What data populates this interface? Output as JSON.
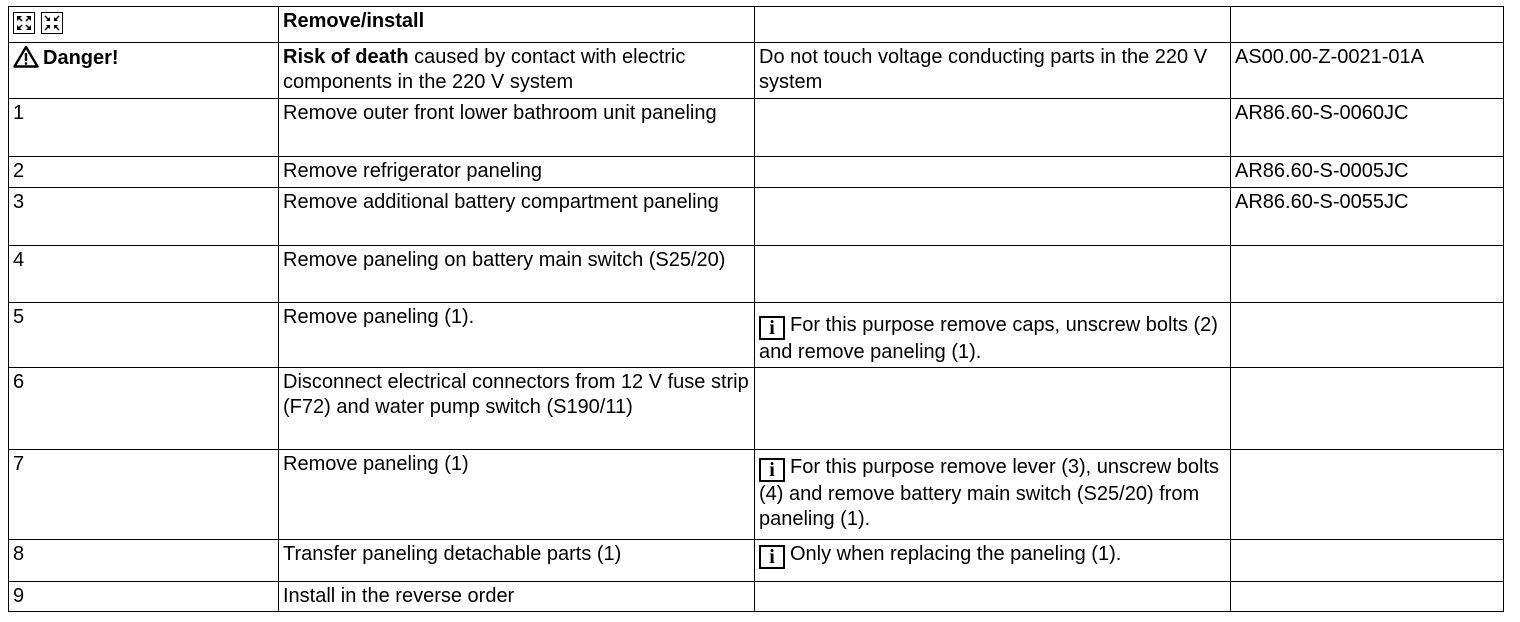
{
  "header": {
    "expand_icon": "expand-icon",
    "collapse_icon": "collapse-icon",
    "title": "Remove/install"
  },
  "danger": {
    "label": "Danger!",
    "risk_bold": "Risk of death",
    "risk_text": " caused by contact with electric components in the 220 V system",
    "remedy": "Do not touch voltage conducting parts in the 220 V system",
    "ref": "AS00.00-Z-0021-01A"
  },
  "steps": [
    {
      "num": "1",
      "action": "Remove outer front lower bathroom unit paneling",
      "note": "",
      "ref": "AR86.60-S-0060JC"
    },
    {
      "num": "2",
      "action": "Remove refrigerator paneling",
      "note": "",
      "ref": "AR86.60-S-0005JC"
    },
    {
      "num": "3",
      "action": "Remove additional battery compartment paneling",
      "note": "",
      "ref": "AR86.60-S-0055JC"
    },
    {
      "num": "4",
      "action": "Remove paneling on battery main switch (S25/20)",
      "note": "",
      "ref": ""
    },
    {
      "num": "5",
      "action": "Remove paneling (1).",
      "note": "For this purpose remove caps, unscrew bolts (2) and remove paneling (1).",
      "ref": ""
    },
    {
      "num": "6",
      "action": "Disconnect electrical connectors from 12 V fuse strip (F72) and water pump switch (S190/11)",
      "note": "",
      "ref": ""
    },
    {
      "num": "7",
      "action": "Remove paneling (1)",
      "note": "For this purpose remove lever (3), unscrew bolts (4) and remove battery main switch (S25/20) from paneling (1).",
      "ref": ""
    },
    {
      "num": "8",
      "action": "Transfer paneling detachable parts (1)",
      "note": "Only when replacing the paneling (1).",
      "ref": ""
    },
    {
      "num": "9",
      "action": "Install in the reverse order",
      "note": "",
      "ref": ""
    }
  ],
  "info_icon_glyph": "i"
}
